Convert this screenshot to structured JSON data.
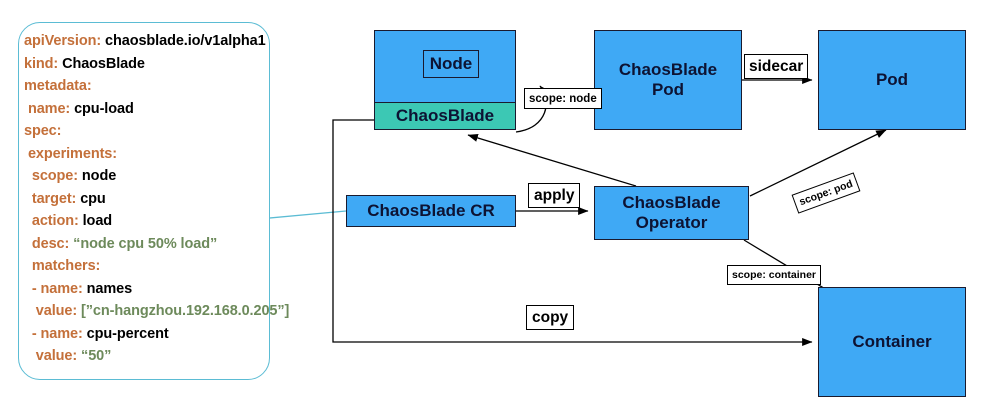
{
  "diagram": {
    "title": "ChaosBlade Kubernetes architecture",
    "colors": {
      "box_fill": "#3fa9f5",
      "box_stroke": "#1a1a2e",
      "teal_fill": "#3cc8b4",
      "callout_border": "#5bbcd4",
      "yaml_key": "#c4703a",
      "yaml_value": "#000000",
      "yaml_string": "#6d8a5b",
      "edge_stroke": "#000000"
    },
    "callout": {
      "name": "chaosblade-cr-yaml",
      "lines": [
        {
          "key": "apiVersion:",
          "value": " chaosblade.io/v1alpha1",
          "kind": "value",
          "indent": 0
        },
        {
          "key": "kind:",
          "value": " ChaosBlade",
          "kind": "value",
          "indent": 0
        },
        {
          "key": "metadata:",
          "value": "",
          "kind": "value",
          "indent": 0
        },
        {
          "key": "name:",
          "value": " cpu-load",
          "kind": "value",
          "indent": 1
        },
        {
          "key": "spec:",
          "value": "",
          "kind": "value",
          "indent": 0
        },
        {
          "key": "experiments:",
          "value": "",
          "kind": "value",
          "indent": 1
        },
        {
          "key": "scope:",
          "value": " node",
          "kind": "value",
          "indent": 2
        },
        {
          "key": "target:",
          "value": " cpu",
          "kind": "value",
          "indent": 2
        },
        {
          "key": "action:",
          "value": " load",
          "kind": "value",
          "indent": 2
        },
        {
          "key": "desc:",
          "value": " “node cpu 50% load”",
          "kind": "string",
          "indent": 2
        },
        {
          "key": "matchers:",
          "value": "",
          "kind": "value",
          "indent": 2
        },
        {
          "key": "- name:",
          "value": " names",
          "kind": "value",
          "indent": 2
        },
        {
          "key": "value:",
          "value": " [”cn-hangzhou.192.168.0.205”]",
          "kind": "string",
          "indent": 3
        },
        {
          "key": "- name:",
          "value": " cpu-percent",
          "kind": "value",
          "indent": 2
        },
        {
          "key": "value:",
          "value": " “50”",
          "kind": "string",
          "indent": 3
        }
      ]
    },
    "nodes": {
      "node_box": "",
      "node_inner_label": "Node",
      "chaosblade_strip": "ChaosBlade",
      "chaosblade_pod": "ChaosBlade\nPod",
      "pod": "Pod",
      "chaosblade_cr": "ChaosBlade CR",
      "chaosblade_operator": "ChaosBlade\nOperator",
      "container": "Container"
    },
    "edge_labels": {
      "scope_node": "scope: node",
      "sidecar": "sidecar",
      "apply": "apply",
      "scope_pod": "scope: pod",
      "scope_container": "scope: container",
      "copy": "copy"
    }
  }
}
